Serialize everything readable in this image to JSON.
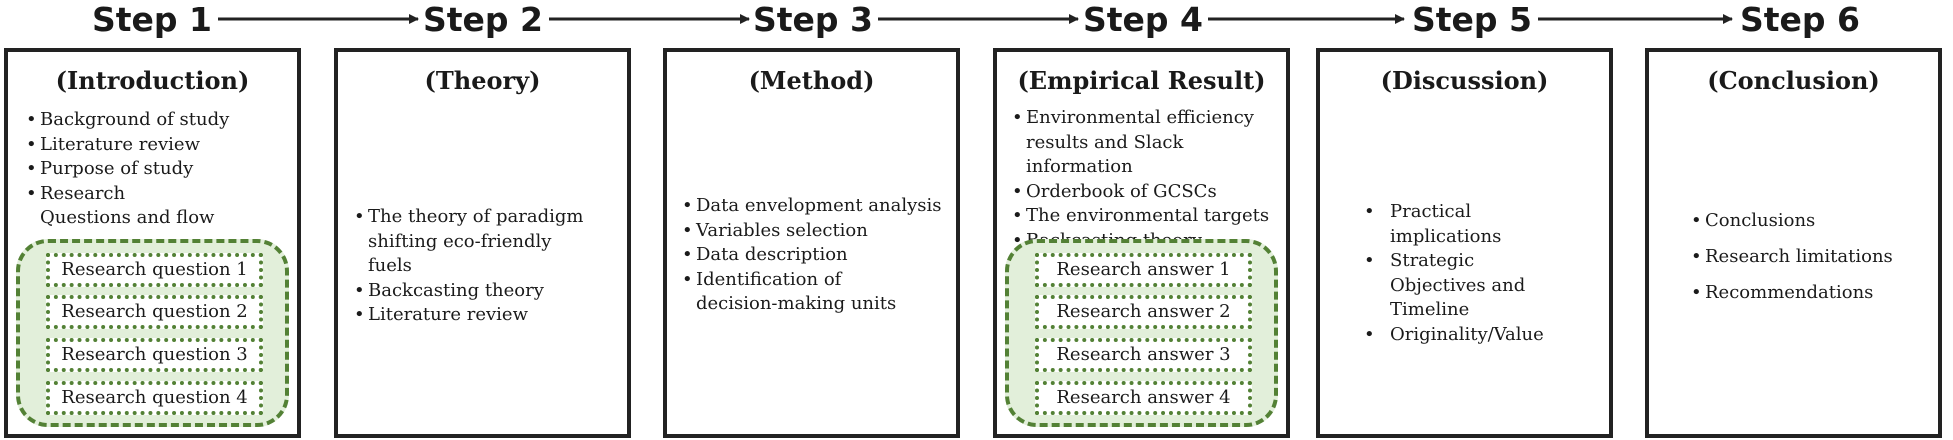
{
  "steps": [
    {
      "label": "Step 1",
      "title": "(Introduction)",
      "bullets": [
        "Background of study",
        "Literature review",
        "Purpose of study",
        "Research Questions and flow"
      ],
      "sub_items": [
        "Research question 1",
        "Research question 2",
        "Research question 3",
        "Research question 4"
      ]
    },
    {
      "label": "Step 2",
      "title": "(Theory)",
      "bullets": [
        "The theory of paradigm shifting eco-friendly fuels",
        "Backcasting theory",
        "Literature review"
      ]
    },
    {
      "label": "Step 3",
      "title": "(Method)",
      "bullets": [
        "Data envelopment analysis",
        "Variables selection",
        "Data description",
        "Identification of decision-making units"
      ]
    },
    {
      "label": "Step 4",
      "title": "(Empirical Result)",
      "bullets": [
        "Environmental efficiency results and Slack information",
        "Orderbook of GCSCs",
        "The environmental targets",
        "Backcasting theory"
      ],
      "sub_items": [
        "Research answer 1",
        "Research answer 2",
        "Research answer 3",
        "Research answer 4"
      ]
    },
    {
      "label": "Step 5",
      "title": "(Discussion)",
      "bullets": [
        "Practical implications",
        "Strategic Objectives and Timeline",
        "Originality/Value"
      ]
    },
    {
      "label": "Step 6",
      "title": "(Conclusion)",
      "bullets": [
        "Conclusions",
        "Research limitations",
        "Recommendations"
      ]
    }
  ],
  "colors": {
    "border": "#222222",
    "green_fill": "#e2efda",
    "green_stroke": "#538135"
  }
}
